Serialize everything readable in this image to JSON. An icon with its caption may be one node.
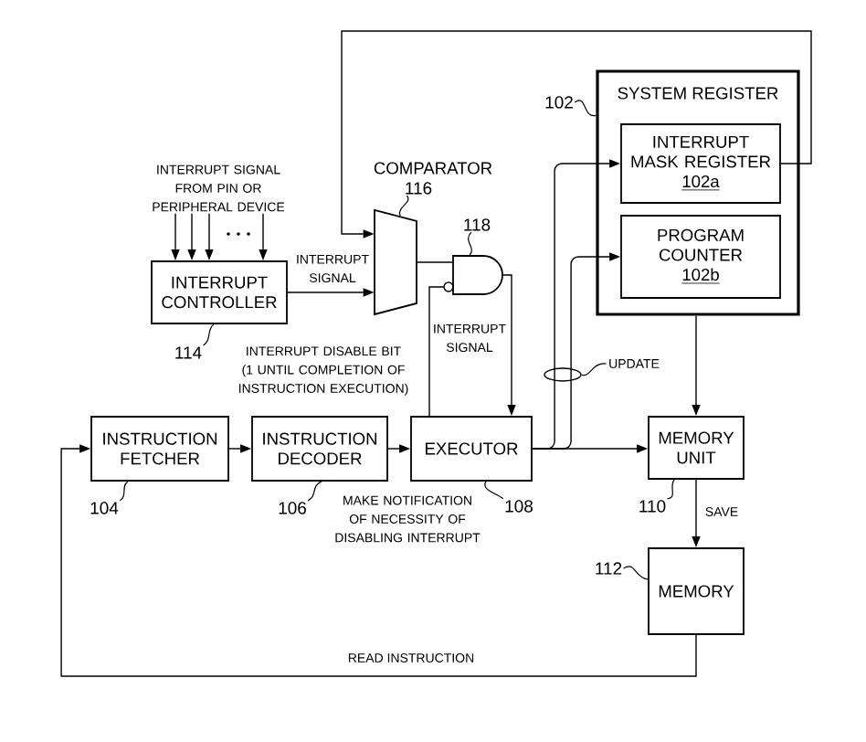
{
  "diagram": {
    "nodes": [
      {
        "text": [
          "SYSTEM REGISTER"
        ]
      },
      {
        "text": [
          "INTERRUPT MASK REGISTER",
          "102a"
        ],
        "in": 0
      },
      {
        "text": [
          "PROGRAM COUNTER",
          "102b"
        ],
        "in": 0
      },
      {
        "text": [
          "102"
        ]
      },
      {
        "text": [
          "INTERRUPT SIGNAL FROM PIN OR PERIPHERAL DEVICE"
        ]
      },
      {
        "text": [
          "COMPARATOR"
        ]
      },
      {
        "text": [
          "116"
        ]
      },
      {
        "text": [
          "118"
        ]
      },
      {
        "text": [],
        "shape": "gate"
      },
      {
        "text": [
          "INTERRUPT CONTROLLER"
        ]
      },
      {
        "text": [
          "114"
        ]
      },
      {
        "text": [
          "UPDATE"
        ]
      },
      {
        "text": [],
        "shape": "ellipse"
      },
      {
        "text": [
          "INSTRUCTION FETCHER"
        ]
      },
      {
        "text": [
          "INSTRUCTION DECODER"
        ]
      },
      {
        "text": [
          "EXECUTOR"
        ]
      },
      {
        "text": [
          "MEMORY UNIT"
        ]
      },
      {
        "text": [
          "104"
        ]
      },
      {
        "text": [
          "106"
        ]
      },
      {
        "text": [
          "108"
        ]
      },
      {
        "text": [
          "110"
        ]
      },
      {
        "text": [
          "MEMORY"
        ]
      },
      {
        "text": [
          "112"
        ]
      }
    ],
    "edges": [
      {
        "from": 4,
        "to": 9,
        "arrow": "to"
      },
      {
        "from": 4,
        "to": 9,
        "arrow": "to"
      },
      {
        "from": 4,
        "to": 9,
        "arrow": "to"
      },
      {
        "from": 4,
        "to": 9,
        "arrow": "to"
      },
      {
        "from": 9,
        "to": 5,
        "arrow": "to",
        "label": "INTERRUPT SIGNAL"
      },
      {
        "from": 1,
        "to": 5,
        "arrow": "to"
      },
      {
        "from": 5,
        "to": 8,
        "arrow": "none"
      },
      {
        "from": 15,
        "to": 8,
        "arrow": "none",
        "label": "INTERRUPT DISABLE BIT (1 UNTIL COMPLETION OF INSTRUCTION EXECUTION)"
      },
      {
        "from": 8,
        "to": 15,
        "arrow": "to",
        "label": "INTERRUPT SIGNAL"
      },
      {
        "from": 13,
        "to": 14,
        "arrow": "to"
      },
      {
        "from": 14,
        "to": 15,
        "arrow": "to"
      },
      {
        "from": 15,
        "to": 16,
        "arrow": "to"
      },
      {
        "from": 15,
        "to": 1,
        "arrow": "to"
      },
      {
        "from": 15,
        "to": 2,
        "arrow": "to"
      },
      {
        "from": 0,
        "to": 16,
        "arrow": "to"
      },
      {
        "from": 16,
        "to": 21,
        "arrow": "to",
        "label": "SAVE"
      },
      {
        "from": 21,
        "to": 13,
        "arrow": "to",
        "label": "READ INSTRUCTION"
      },
      {
        "from": 11,
        "to": 12,
        "arrow": "none"
      },
      {
        "from": 3,
        "to": 0,
        "arrow": "none"
      },
      {
        "from": 6,
        "to": 5,
        "arrow": "none"
      },
      {
        "from": 7,
        "to": 8,
        "arrow": "none"
      },
      {
        "from": 10,
        "to": 9,
        "arrow": "none"
      },
      {
        "from": 17,
        "to": 13,
        "arrow": "none"
      },
      {
        "from": 18,
        "to": 14,
        "arrow": "none"
      },
      {
        "from": 19,
        "to": 15,
        "arrow": "none"
      },
      {
        "from": 20,
        "to": 16,
        "arrow": "none"
      },
      {
        "from": 22,
        "to": 21,
        "arrow": "none"
      }
    ],
    "labels": [
      "MAKE NOTIFICATION OF NECESSITY OF DISABLING INTERRUPT"
    ]
  }
}
